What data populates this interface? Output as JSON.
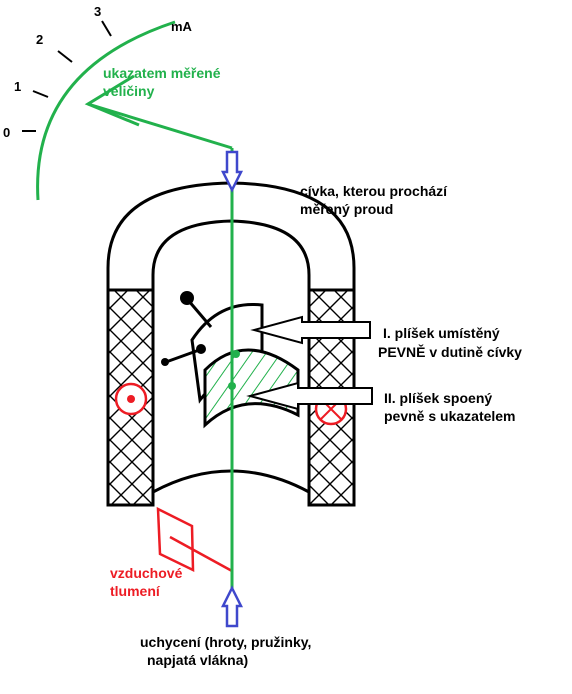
{
  "scale": {
    "ticks": [
      "0",
      "1",
      "2",
      "3"
    ],
    "unit": "mA"
  },
  "labels": {
    "pointer": [
      "ukazatem měřené",
      "veličiny"
    ],
    "coil": [
      "cívka, kterou prochází",
      "měřený proud"
    ],
    "plate1_line1": "I. plíšek umístěný",
    "plate1_line2": "PEVNĚ v dutině cívky",
    "plate2": [
      "II. plíšek spoený",
      "pevně s ukazatelem"
    ],
    "damping": [
      "vzduchové",
      "tlumení"
    ],
    "mount": [
      "uchycení (hroty, pružinky,",
      "napjatá vlákna)"
    ]
  },
  "colors": {
    "pointer": "#22b14c",
    "damping": "#ed1c24",
    "axis": "#3f48cc",
    "outline": "#000000"
  }
}
